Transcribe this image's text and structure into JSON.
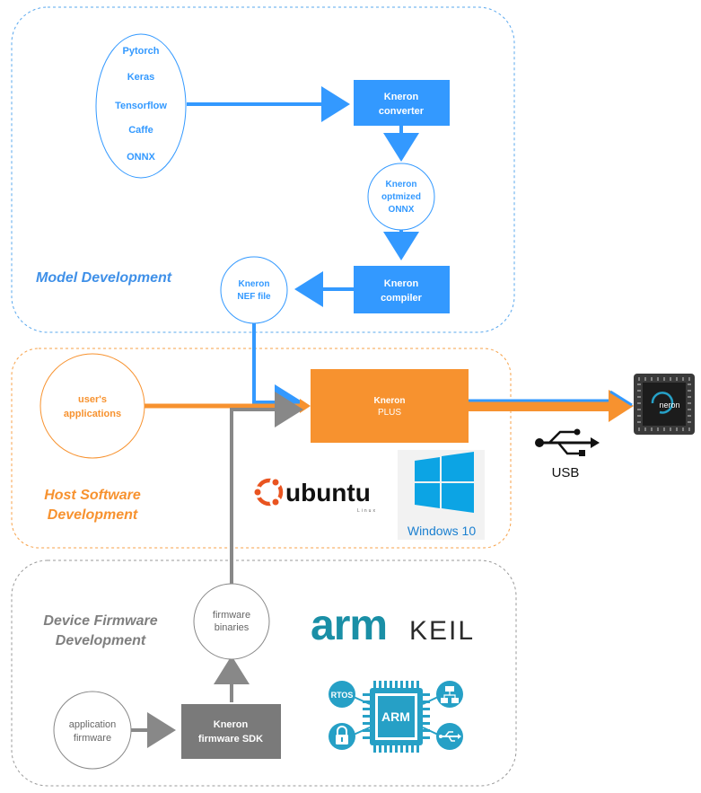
{
  "colors": {
    "blue": "#3399ff",
    "orange": "#f7922f",
    "gray": "#888888",
    "gray_dark": "#7a7a7a",
    "section_blue_label": "#3f90e8",
    "section_orange_label": "#f7922f",
    "section_gray_label": "#7f7f7f",
    "chip_teal": "#26a0c6",
    "arm_teal": "#1a8fa6",
    "ubuntu_orange": "#e95420",
    "windows_blue": "#0ca4e4"
  },
  "sections": {
    "model": "Model Development",
    "host_line1": "Host Software",
    "host_line2": "Development",
    "firmware_line1": "Device Firmware",
    "firmware_line2": "Development"
  },
  "frameworks": [
    "Pytorch",
    "Keras",
    "Tensorflow",
    "Caffe",
    "ONNX"
  ],
  "nodes": {
    "converter": [
      "Kneron",
      "converter"
    ],
    "optimized": [
      "Kneron",
      "optmized",
      "ONNX"
    ],
    "compiler": [
      "Kneron",
      "compiler"
    ],
    "nef": [
      "Kneron",
      "NEF file"
    ],
    "user_apps": [
      "user's",
      "applications"
    ],
    "plus": [
      "Kneron",
      "PLUS"
    ],
    "fw_binaries": [
      "firmware",
      "binaries"
    ],
    "app_firmware": [
      "application",
      "firmware"
    ],
    "fw_sdk": [
      "Kneron",
      "firmware SDK"
    ]
  },
  "logos": {
    "ubuntu": "ubuntu",
    "ubuntu_sub": "Linux",
    "windows": "Windows 10",
    "arm": "arm",
    "keil": "KEIL",
    "rtos": "RTOS",
    "arm_chip": "ARM",
    "chip": "neron"
  },
  "usb_label": "USB",
  "icons": [
    "usb-icon",
    "lock-icon",
    "network-icon",
    "windows-logo-icon",
    "ubuntu-logo-icon"
  ]
}
